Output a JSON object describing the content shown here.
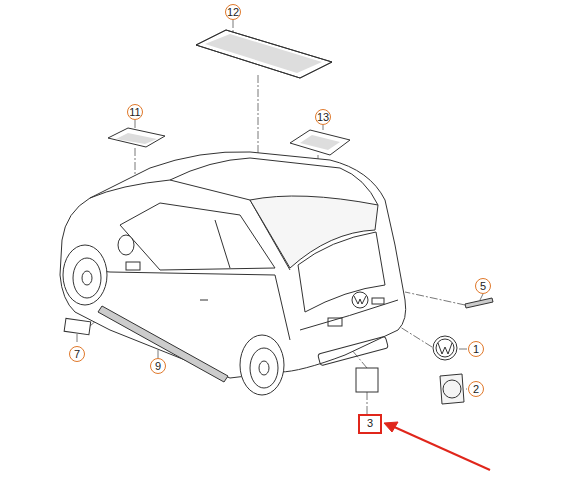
{
  "diagram": {
    "labels": [
      "12",
      "11",
      "13",
      "5",
      "1",
      "2",
      "7",
      "9",
      "3"
    ]
  }
}
